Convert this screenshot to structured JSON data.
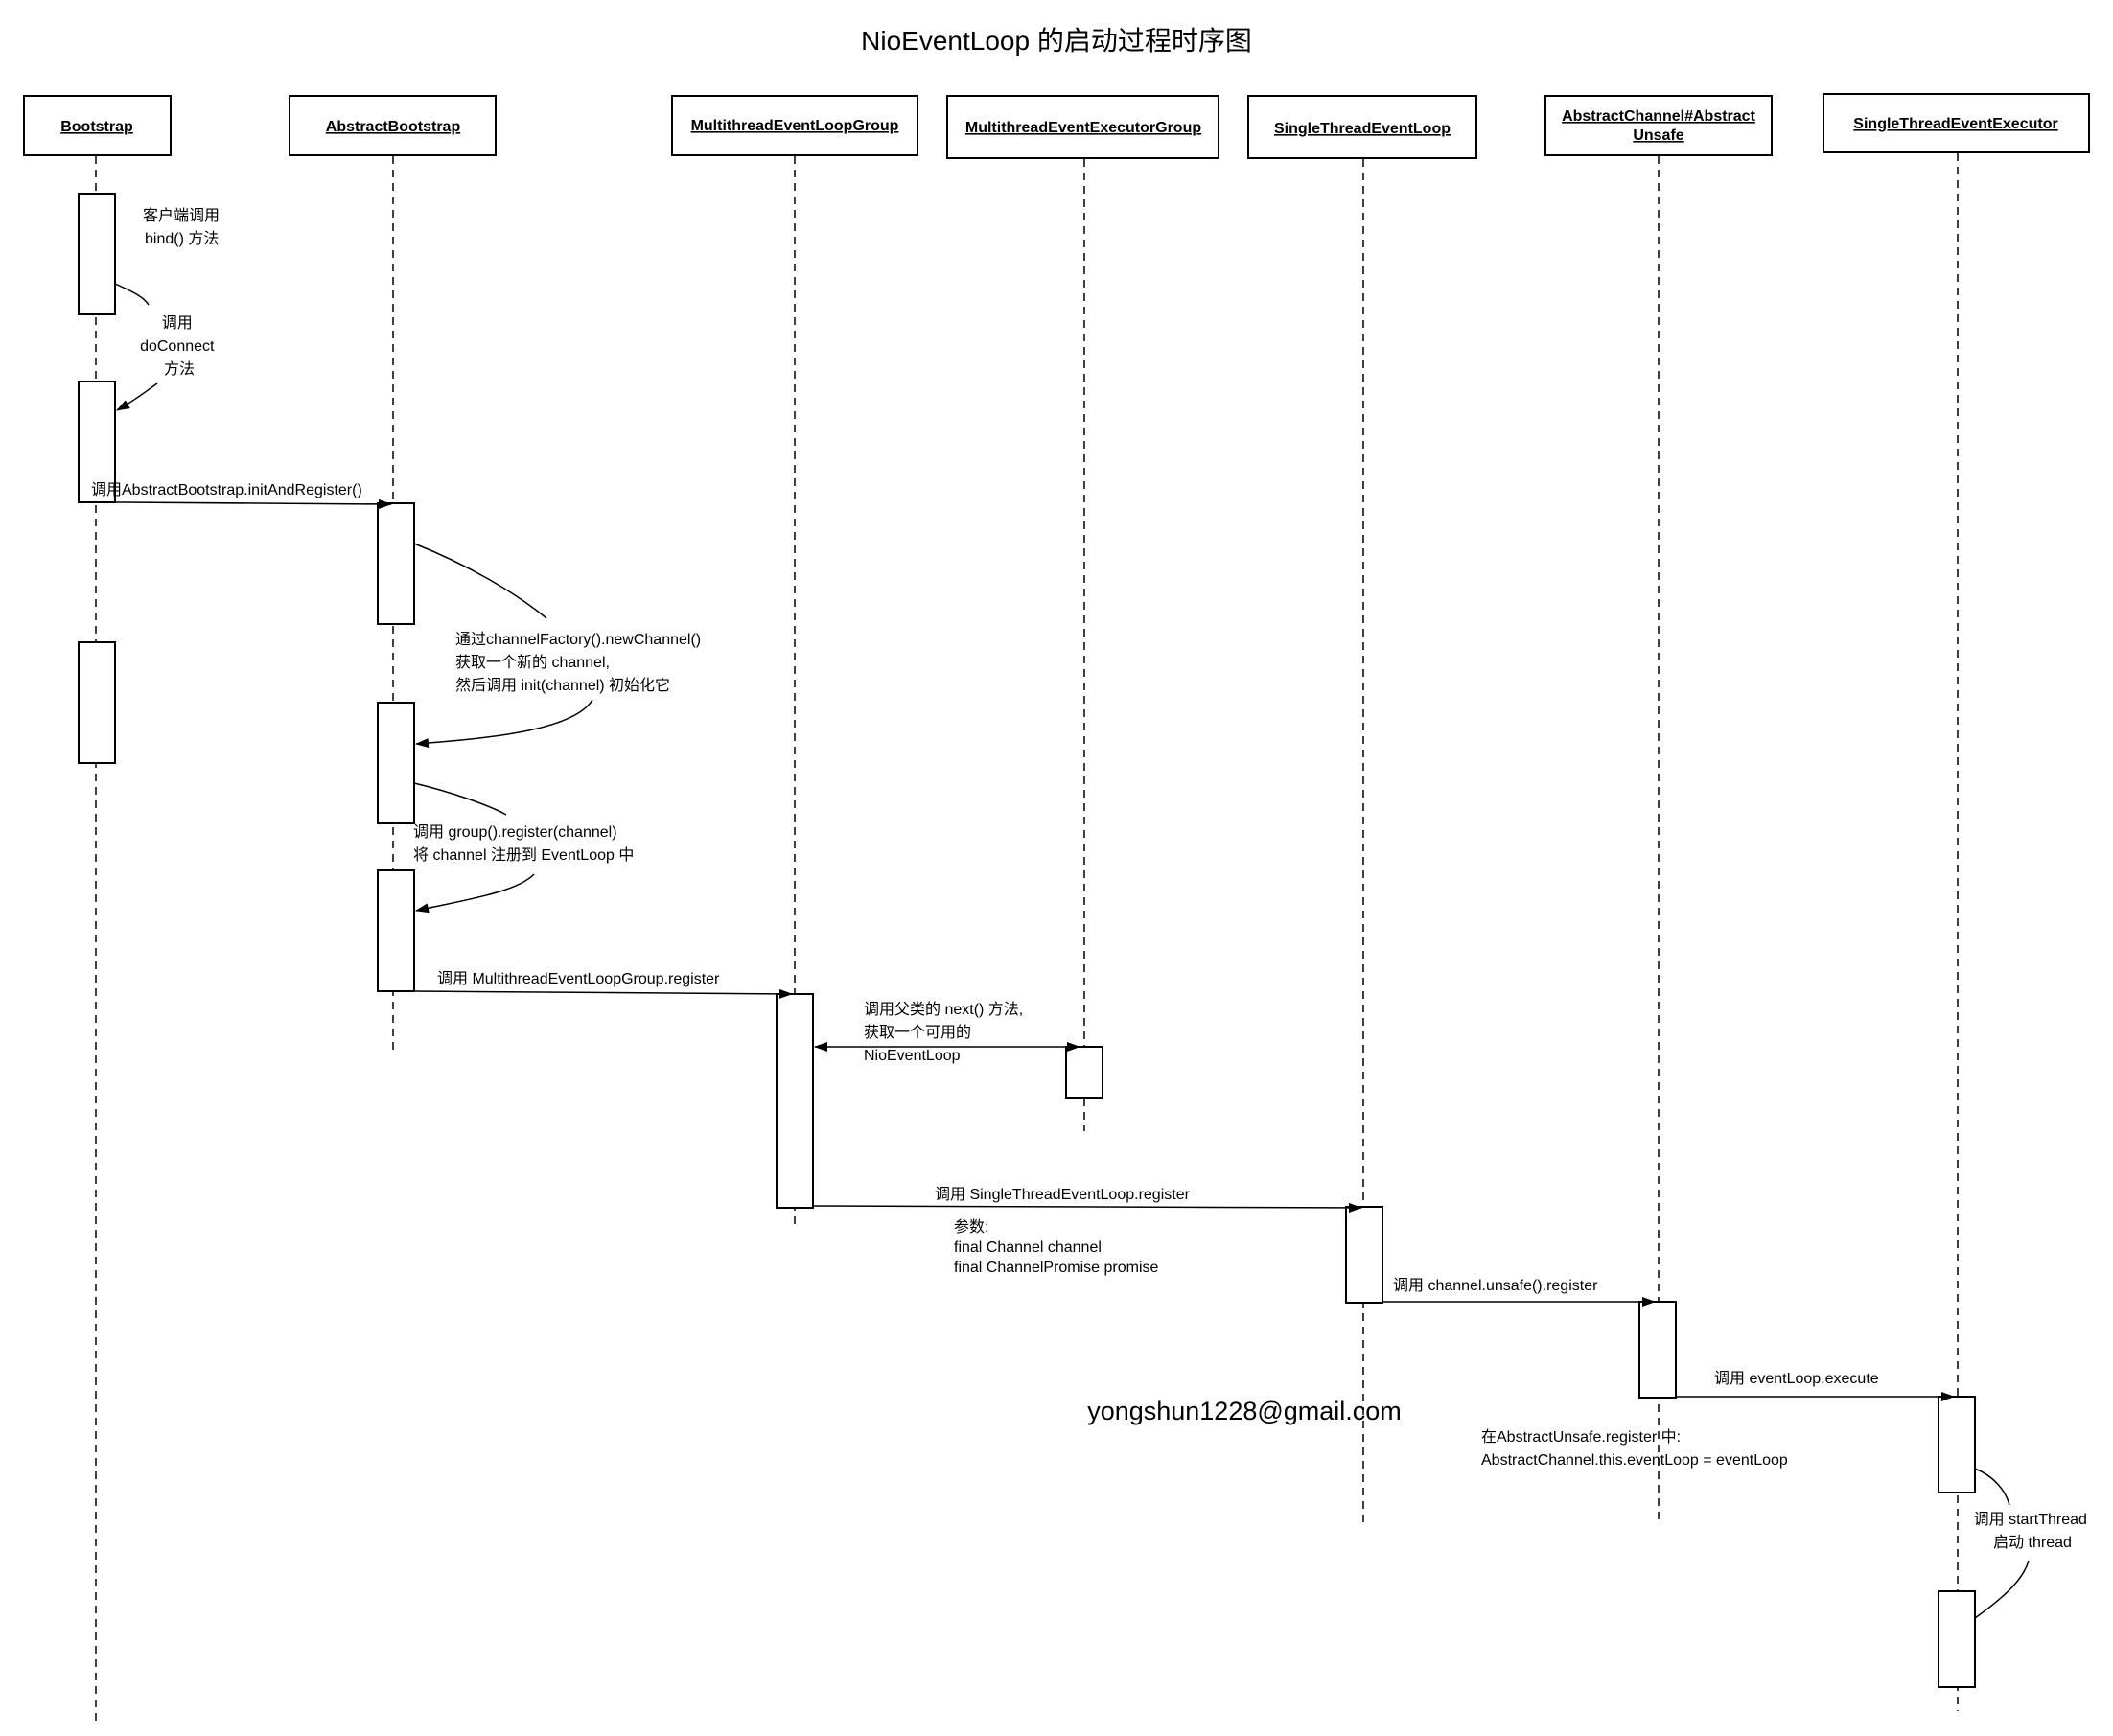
{
  "title": "NioEventLoop 的启动过程时序图",
  "lifelines": [
    {
      "id": "bootstrap",
      "name": "Bootstrap"
    },
    {
      "id": "abstract-bootstrap",
      "name": "AbstractBootstrap"
    },
    {
      "id": "mtelg",
      "name": "MultithreadEventLoopGroup"
    },
    {
      "id": "mteeg",
      "name": "MultithreadEventExecutorGroup"
    },
    {
      "id": "stel",
      "name": "SingleThreadEventLoop"
    },
    {
      "id": "unsafe",
      "name": "AbstractChannel#Abstract",
      "name2": "Unsafe"
    },
    {
      "id": "stee",
      "name": "SingleThreadEventExecutor"
    }
  ],
  "notes": {
    "client_bind": [
      "客户端调用",
      "bind() 方法"
    ],
    "do_connect": [
      "调用",
      "doConnect",
      "方法"
    ],
    "init_and_register": "调用AbstractBootstrap.initAndRegister()",
    "new_channel": [
      "通过channelFactory().newChannel()",
      "获取一个新的 channel,",
      "然后调用 init(channel) 初始化它"
    ],
    "group_register": [
      "调用 group().register(channel)",
      "将 channel 注册到 EventLoop 中"
    ],
    "mtelg_register": "调用 MultithreadEventLoopGroup.register",
    "next": [
      "调用父类的 next() 方法,",
      "获取一个可用的",
      "NioEventLoop"
    ],
    "stel_register": "调用 SingleThreadEventLoop.register",
    "params": [
      "参数:",
      "final Channel channel",
      "final ChannelPromise promise"
    ],
    "unsafe_register": "调用 channel.unsafe().register",
    "execute": "调用 eventLoop.execute",
    "abstract_unsafe_note": [
      "在AbstractUnsafe.register 中:",
      "AbstractChannel.this.eventLoop = eventLoop"
    ],
    "start_thread": [
      "调用 startThread",
      "启动 thread"
    ]
  },
  "watermark": "yongshun1228@gmail.com"
}
